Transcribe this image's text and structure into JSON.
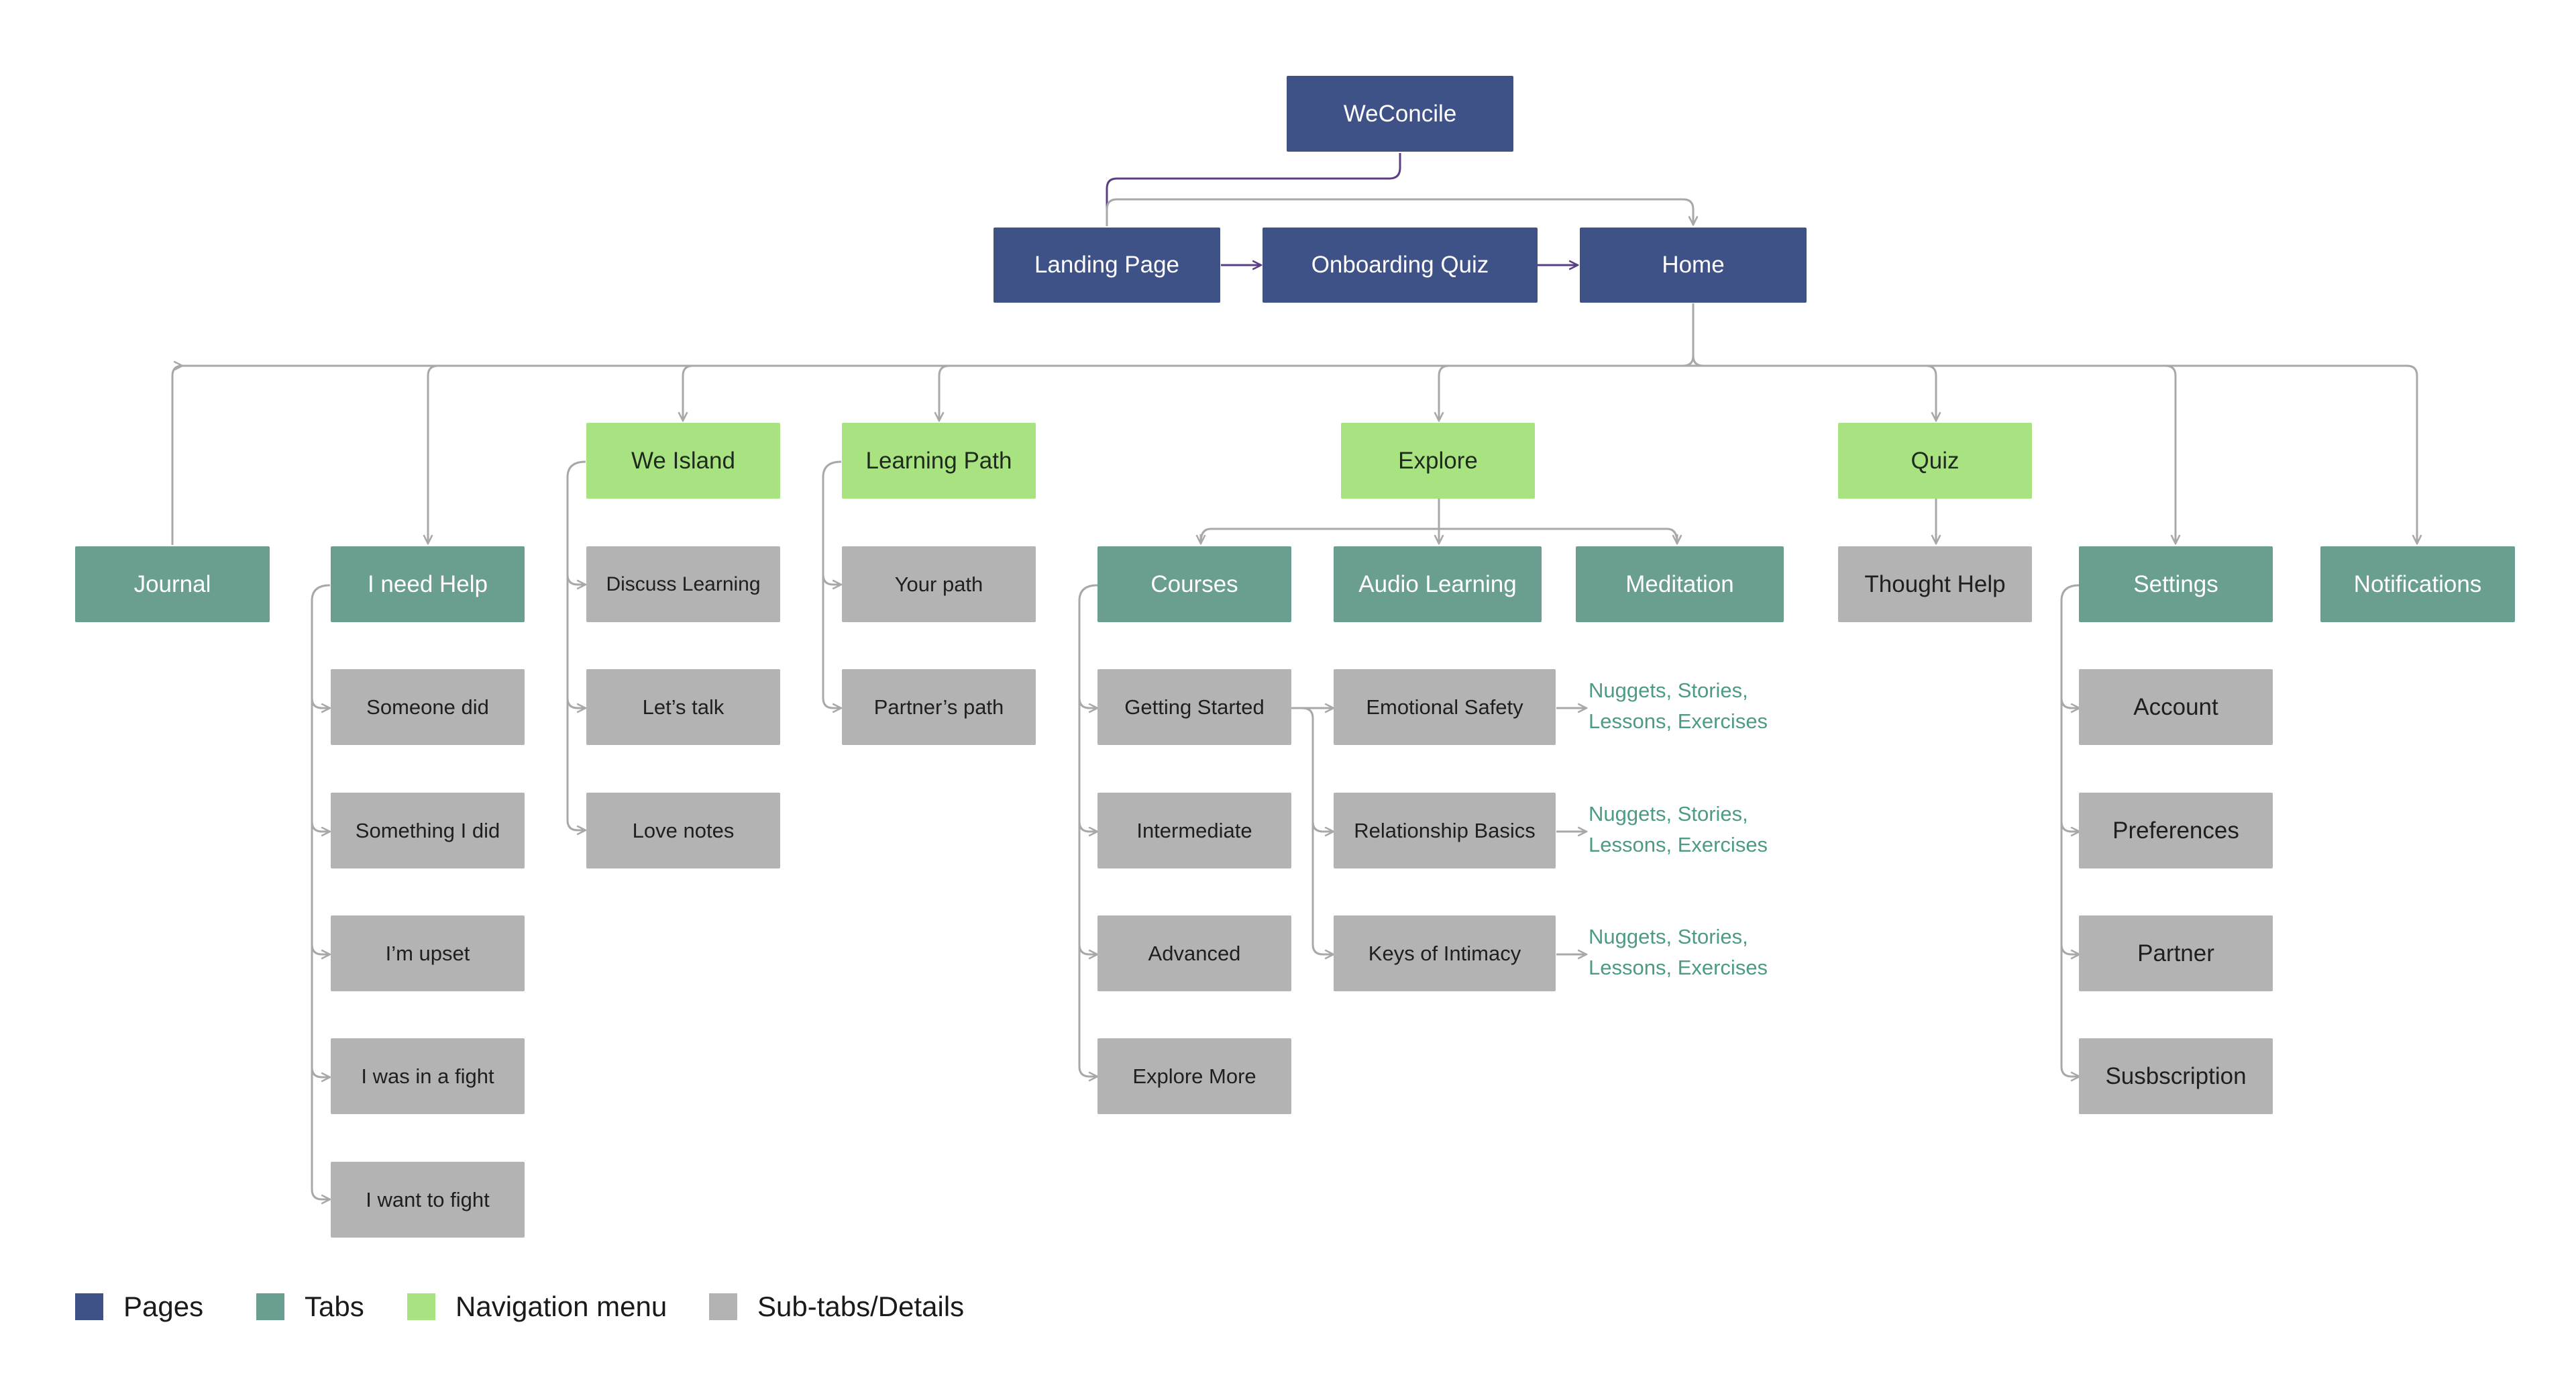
{
  "colors": {
    "pages": "#3f5288",
    "tabs": "#6a9e90",
    "navigation_menu": "#a9e280",
    "sub_tabs": "#b3b3b3",
    "annotation": "#4d9a86"
  },
  "nodes": {
    "weconcile": "WeConcile",
    "landing_page": "Landing Page",
    "onboarding_quiz": "Onboarding Quiz",
    "home": "Home",
    "journal": "Journal",
    "i_need_help": "I need Help",
    "we_island": "We Island",
    "learning_path": "Learning Path",
    "explore": "Explore",
    "quiz": "Quiz",
    "settings": "Settings",
    "notifications": "Notifications",
    "someone_did": "Someone did",
    "something_i_did": "Something I did",
    "im_upset": "I’m upset",
    "i_was_in_a_fight": "I was in a fight",
    "i_want_to_fight": "I want to fight",
    "discuss_learning": "Discuss Learning",
    "lets_talk": "Let’s talk",
    "love_notes": "Love notes",
    "your_path": "Your path",
    "partners_path": "Partner’s path",
    "courses": "Courses",
    "audio_learning": "Audio Learning",
    "meditation": "Meditation",
    "getting_started": "Getting Started",
    "intermediate": "Intermediate",
    "advanced": "Advanced",
    "explore_more": "Explore More",
    "emotional_safety": "Emotional Safety",
    "relationship_basics": "Relationship Basics",
    "keys_of_intimacy": "Keys of Intimacy",
    "thought_help": "Thought Help",
    "account": "Account",
    "preferences": "Preferences",
    "partner": "Partner",
    "subscription": "Susbscription"
  },
  "annotations": {
    "emotional_safety": {
      "line1": "Nuggets, Stories,",
      "line2": "Lessons, Exercises"
    },
    "relationship_basics": {
      "line1": "Nuggets, Stories,",
      "line2": "Lessons, Exercises"
    },
    "keys_of_intimacy": {
      "line1": "Nuggets, Stories,",
      "line2": "Lessons, Exercises"
    }
  },
  "legend": {
    "pages": "Pages",
    "tabs": "Tabs",
    "navigation_menu": "Navigation menu",
    "sub_tabs": "Sub-tabs/Details"
  }
}
